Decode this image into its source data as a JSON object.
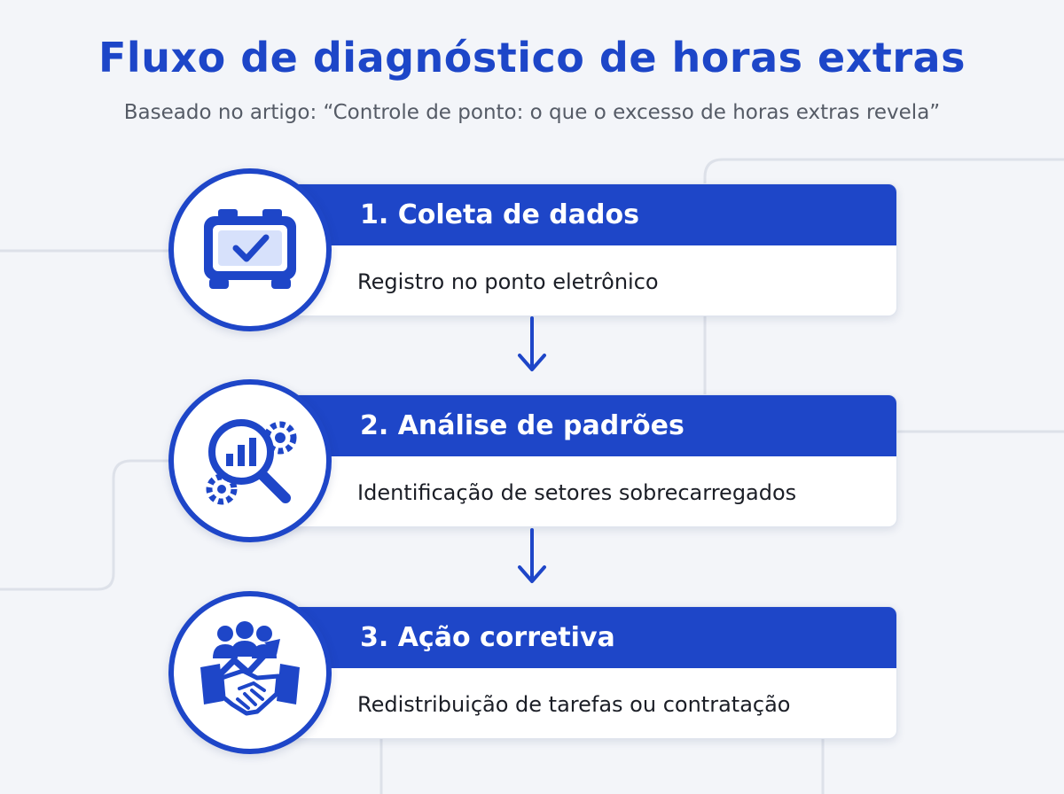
{
  "header": {
    "title": "Fluxo de diagnóstico de horas extras",
    "subtitle": "Baseado no artigo: “Controle de ponto: o que o excesso de horas extras revela”"
  },
  "steps": [
    {
      "title": "1. Coleta de dados",
      "description": "Registro no ponto eletrônico",
      "icon": "alarm-clock-check-icon"
    },
    {
      "title": "2. Análise de padrões",
      "description": "Identificação de setores sobrecarregados",
      "icon": "magnifier-chart-gears-icon"
    },
    {
      "title": "3. Ação corretiva",
      "description": "Redistribuição de tarefas ou contratação",
      "icon": "team-handshake-growth-icon"
    }
  ],
  "colors": {
    "accent": "#1e46c8",
    "background": "#f3f5f9",
    "card": "#ffffff",
    "text": "#1b1e26",
    "subtitle": "#555b66"
  }
}
